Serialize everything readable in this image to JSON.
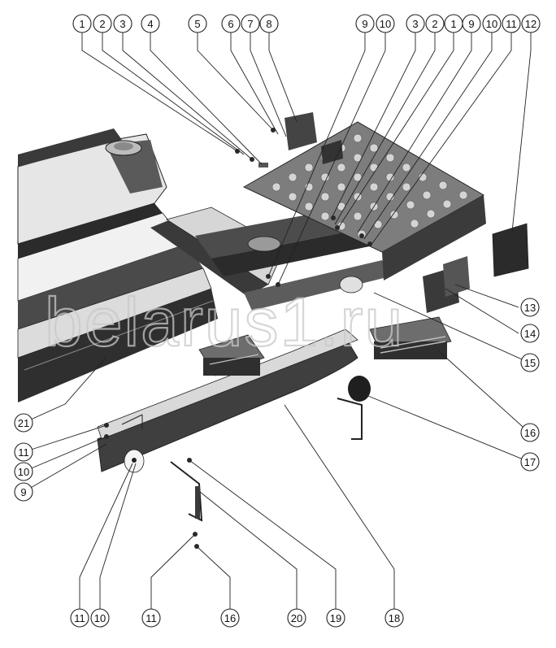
{
  "watermark": "belarus1.ru",
  "colors": {
    "frame_dark": "#2b2b2b",
    "frame_mid": "#4a4a4a",
    "frame_light": "#d9d9d9",
    "plate": "#8e8e8e",
    "outline": "#222222"
  },
  "callouts_top": [
    "1",
    "2",
    "3",
    "4",
    "5",
    "6",
    "7",
    "8",
    "9",
    "10",
    "3",
    "2",
    "1",
    "9",
    "10",
    "11",
    "12"
  ],
  "callouts_right": [
    "13",
    "14",
    "15",
    "16",
    "17"
  ],
  "callouts_left": [
    "21",
    "11",
    "10",
    "9"
  ],
  "callouts_bottom": [
    "11",
    "10",
    "11",
    "16",
    "20",
    "19",
    "18"
  ]
}
